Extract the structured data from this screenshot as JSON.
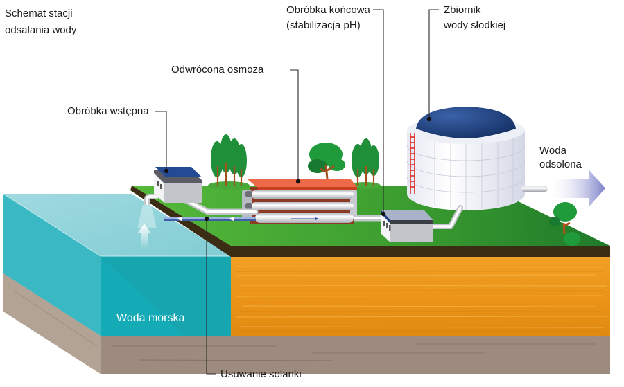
{
  "title": {
    "line1": "Schemat stacji",
    "line2": "odsalania wody"
  },
  "labels": {
    "pretreatment": "Obróbka wstępna",
    "reverse_osmosis": "Odwrócona osmoza",
    "post_treatment_line1": "Obróbka końcowa",
    "post_treatment_line2": "(stabilizacja pH)",
    "tank_line1": "Zbiornik",
    "tank_line2": "wody słodkiej",
    "output_line1": "Woda",
    "output_line2": "odsolona",
    "seawater": "Woda morska",
    "brine_removal": "Usuwanie solanki"
  },
  "colors": {
    "sea": "#1fb3bf",
    "sea_top": "#8fd3da",
    "grass": "#3a9a2e",
    "soil": "#e8951a",
    "bedrock": "#9c8b7e",
    "tank_dome": "#1f3f7a",
    "ro_roof": "#e8623a",
    "arrow": "#8a8fd0"
  }
}
